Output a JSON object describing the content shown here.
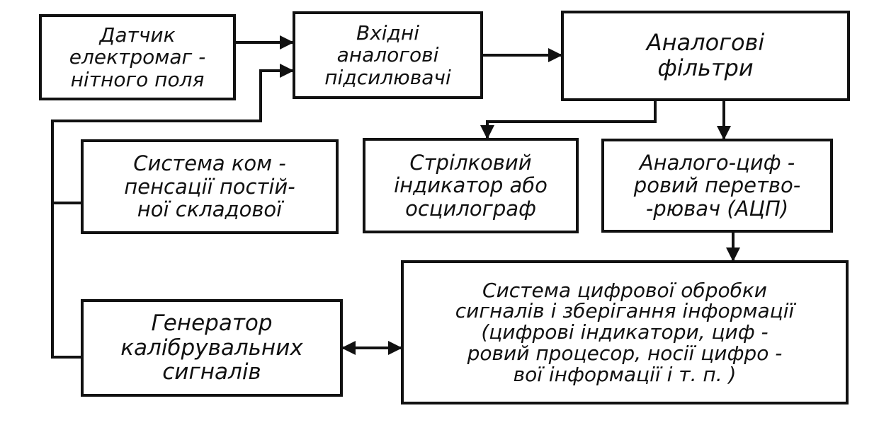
{
  "blocks": {
    "sensor": [
      "Датчик",
      "електромаг -",
      "нітного поля"
    ],
    "input_amps": [
      "Вхідні",
      "аналогові",
      "підсилювачі"
    ],
    "analog_filters": [
      "Аналогові",
      "фільтри"
    ],
    "compensation": [
      "Система ком -",
      "пенсації постій-",
      "ної складової"
    ],
    "indicator": [
      "Стрілковий",
      "індикатор або",
      "осцилограф"
    ],
    "adc": [
      "Аналого-циф -",
      "ровий перетво-",
      "-рювач (АЦП)"
    ],
    "dsp": [
      "Система цифрової обробки",
      "сигналів і зберігання інформації",
      "(цифрові індикатори, циф -",
      "ровий процесор, носії цифро -",
      "вої інформації   і т. п. )"
    ],
    "generator": [
      "Генератор",
      "калібрувальних",
      "сигналів"
    ]
  },
  "colors": {
    "ink": "#111111",
    "paper": "#ffffff"
  }
}
